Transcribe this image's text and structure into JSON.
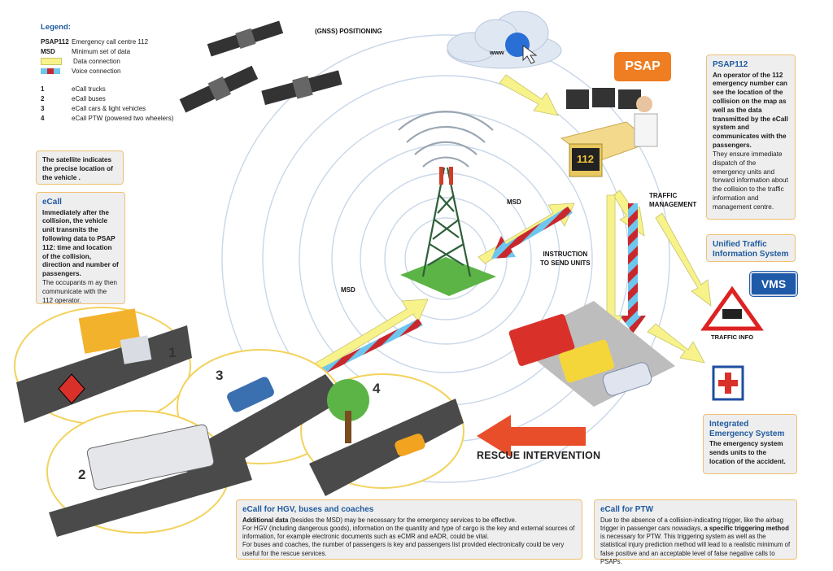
{
  "legend": {
    "title": "Legend:",
    "items": [
      {
        "key": "PSAP112",
        "text": "Emergency call centre 112"
      },
      {
        "key": "MSD",
        "text": "Minimum set of data"
      },
      {
        "key": "",
        "text": "Data connection"
      },
      {
        "key": "",
        "text": "Voice connection"
      },
      {
        "key": "1",
        "text": "eCall trucks"
      },
      {
        "key": "2",
        "text": "eCall buses"
      },
      {
        "key": "3",
        "text": "eCall cars & light vehicles"
      },
      {
        "key": "4",
        "text": "eCall PTW (powered two wheelers)"
      }
    ]
  },
  "labels": {
    "gnss": "(GNSS) POSITIONING",
    "www": "www",
    "psap": "PSAP",
    "msd_upper": "MSD",
    "msd_lower": "MSD",
    "instruction": "INSTRUCTION\nTO SEND UNITS",
    "traffic_mgmt": "TRAFFIC\nMANAGEMENT",
    "vms": "VMS",
    "traffic_info": "TRAFFIC INFO",
    "rescue": "RESCUE INTERVENTION",
    "desk_112": "112",
    "n1": "1",
    "n2": "2",
    "n3": "3",
    "n4": "4"
  },
  "satellite_box": {
    "text": "The satellite indicates the precise location of the vehicle ."
  },
  "ecall_box": {
    "title": "eCall",
    "bold_text": "Immediately after the collision, the vehicle unit transmits the following data to PSAP 112: time and location of the collision, direction and number of passengers.",
    "text": "The occupants m ay then communicate with the 112 operator."
  },
  "psap_box": {
    "title": "PSAP112",
    "bold_text": "An operator of the 112 emergency number can see the location of the collision on the map as well as the data transmitted by the eCall system and communicates with the passengers.",
    "text": "They ensure immediate dispatch of the emergency units and forward information about the collision to the traffic information and management centre."
  },
  "unified_box": {
    "title": "Unified Traffic Information System"
  },
  "ies_box": {
    "title": "Integrated Emergency System",
    "bold_text": "The emergency system sends units to the location of the accident."
  },
  "hgv_box": {
    "title": "eCall for HGV, buses and coaches",
    "l1_bold": "Additional data",
    "l1_rest": " (besides the MSD) may be necessary for the emergency services to be effective.",
    "l2": "For HGV (including dangerous goods), information on the quantity and type of cargo is the key and external sources of information, for example electronic documents such as eCMR and eADR, could be vital.",
    "l3": "For buses and coaches, the number of passengers is key and passengers list provided electronically could be very useful for the rescue services."
  },
  "ptw_box": {
    "title": "eCall for PTW",
    "text_a": "Due to the absence of a collision-indicating trigger, like the airbag trigger in passenger cars nowadays, ",
    "text_b": "a specific triggering method",
    "text_c": " is necessary for PTW. This triggering system as well as the statistical injury prediction method will lead to a realistic minimum of false positive and an acceptable level of false negative calls to PSAPs."
  },
  "colors": {
    "data_connection": "#f7f28a",
    "voice_red": "#c8282d",
    "voice_blue": "#6cc6ee",
    "title_blue": "#1f5a9e",
    "psap_orange": "#ef7d22",
    "vms_blue": "#1f5aa8",
    "rescue_arrow": "#e84e2a"
  }
}
